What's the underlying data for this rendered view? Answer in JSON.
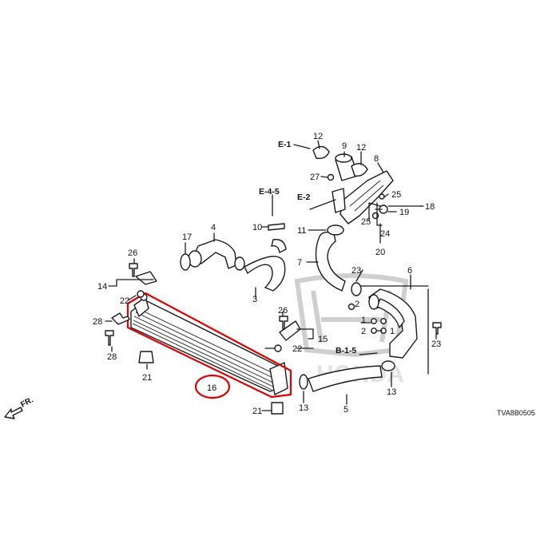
{
  "diagram": {
    "drawing_code": "TVA8B0505",
    "forward_label": "FR.",
    "accent_color": "#e00000",
    "highlighted_part": "16",
    "refs": {
      "e1": "E-1",
      "e2": "E-2",
      "e45": "E-4-5",
      "b15": "B-1-5"
    },
    "labels": {
      "p12a": "12",
      "p9": "9",
      "p12b": "12",
      "p8": "8",
      "p27": "27",
      "p25a": "25",
      "p19": "19",
      "p18": "18",
      "p25b": "25",
      "p24": "24",
      "p20": "20",
      "p10": "10",
      "p17": "17",
      "p4": "4",
      "p11": "11",
      "p26a": "26",
      "p7": "7",
      "p23a": "23",
      "p6": "6",
      "p14": "14",
      "p22a": "22",
      "p3": "3",
      "p2a": "2",
      "p1a": "1",
      "p1b": "1",
      "p2b": "2",
      "p28a": "28",
      "p26b": "26",
      "p15": "15",
      "p22b": "22",
      "p28b": "28",
      "p21a": "21",
      "p23b": "23",
      "p16": "16",
      "p13a": "13",
      "p13b": "13",
      "p21b": "21",
      "p5": "5"
    }
  }
}
